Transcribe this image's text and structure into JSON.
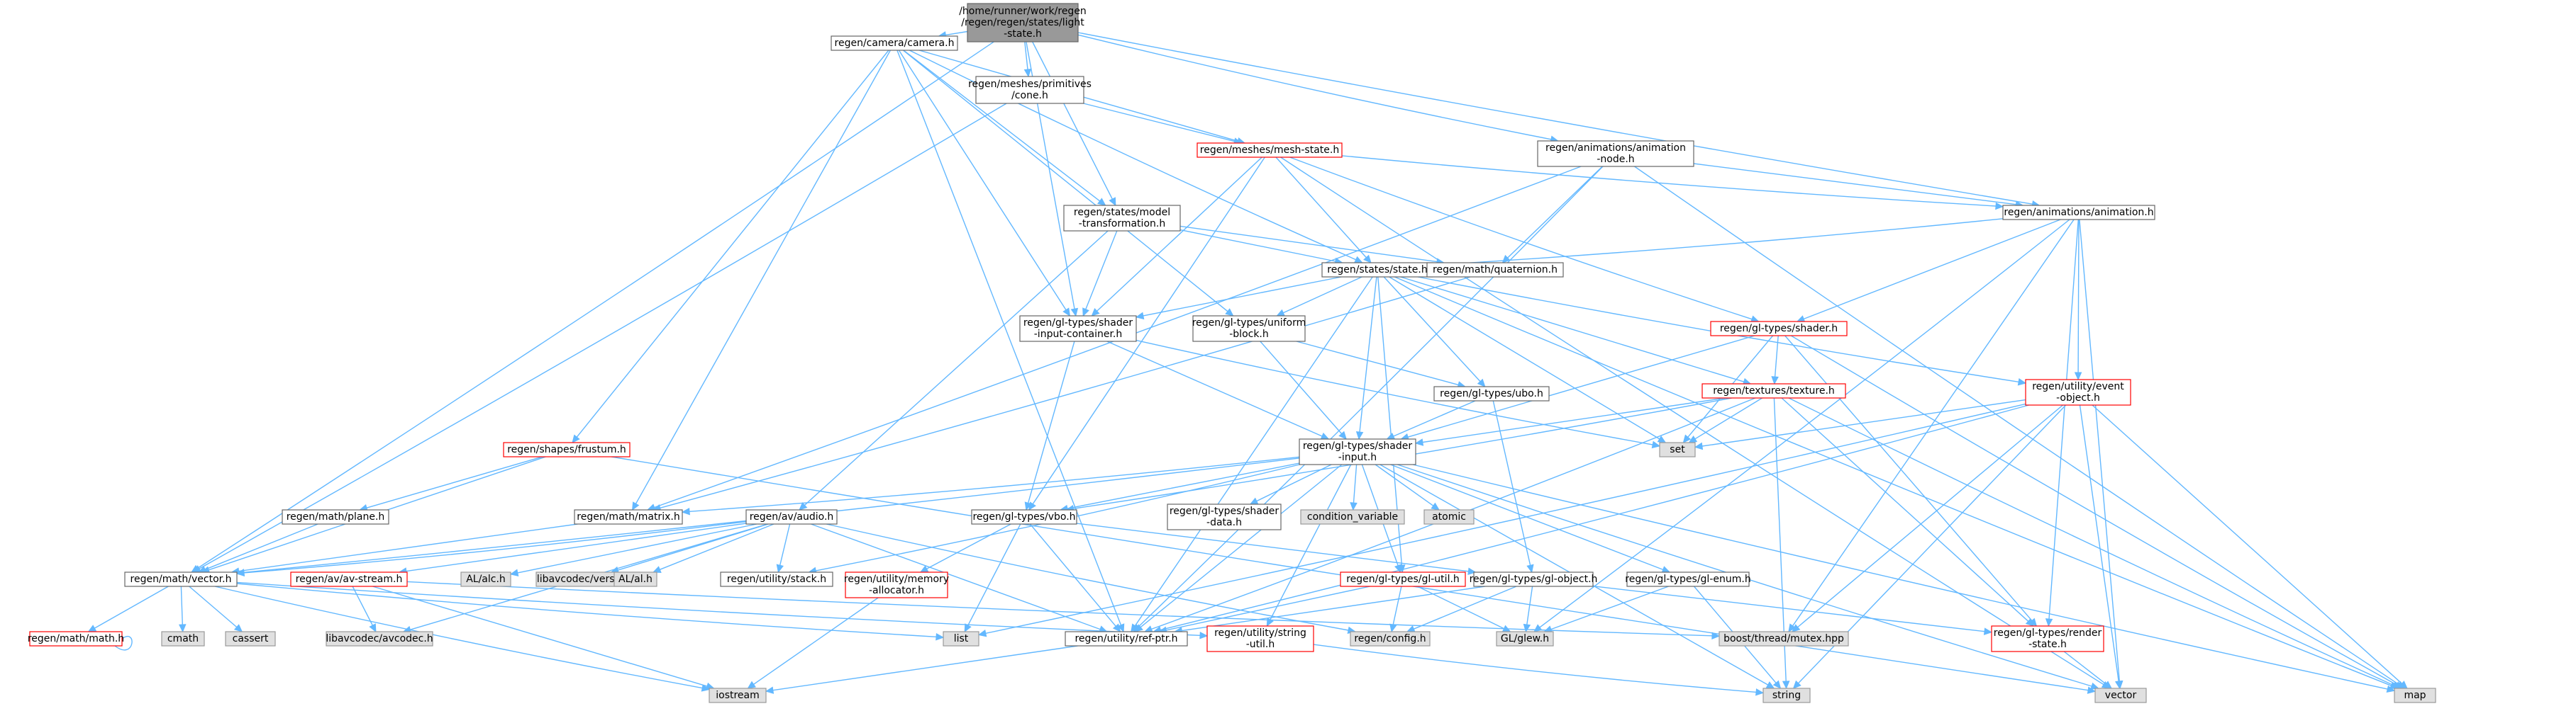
{
  "colors": {
    "root_fill": "#999999",
    "node_fill": "#ffffff",
    "node_border": "#666666",
    "ext_fill": "#e0e0e0",
    "ext_border": "#999999",
    "red_border": "#ff0000",
    "edge": "#63b8ff",
    "text": "#000000"
  },
  "nodes": {
    "root": {
      "lines": [
        "/home/runner/work/regen",
        "/regen/regen/states/light",
        "-state.h"
      ],
      "kind": "root"
    },
    "camera": {
      "lines": [
        "regen/camera/camera.h"
      ],
      "kind": "normal"
    },
    "cone": {
      "lines": [
        "regen/meshes/primitives",
        "/cone.h"
      ],
      "kind": "normal"
    },
    "meshstate": {
      "lines": [
        "regen/meshes/mesh-state.h"
      ],
      "kind": "red"
    },
    "animnode": {
      "lines": [
        "regen/animations/animation",
        "-node.h"
      ],
      "kind": "normal"
    },
    "animation": {
      "lines": [
        "regen/animations/animation.h"
      ],
      "kind": "normal"
    },
    "modeltrans": {
      "lines": [
        "regen/states/model",
        "-transformation.h"
      ],
      "kind": "normal"
    },
    "state": {
      "lines": [
        "regen/states/state.h"
      ],
      "kind": "normal"
    },
    "quaternion": {
      "lines": [
        "regen/math/quaternion.h"
      ],
      "kind": "normal"
    },
    "shaderinputcont": {
      "lines": [
        "regen/gl-types/shader",
        "-input-container.h"
      ],
      "kind": "normal"
    },
    "uniformblock": {
      "lines": [
        "regen/gl-types/uniform",
        "-block.h"
      ],
      "kind": "normal"
    },
    "shader": {
      "lines": [
        "regen/gl-types/shader.h"
      ],
      "kind": "red"
    },
    "texture": {
      "lines": [
        "regen/textures/texture.h"
      ],
      "kind": "red"
    },
    "eventobj": {
      "lines": [
        "regen/utility/event",
        "-object.h"
      ],
      "kind": "red"
    },
    "ubo": {
      "lines": [
        "regen/gl-types/ubo.h"
      ],
      "kind": "normal"
    },
    "shaderinput": {
      "lines": [
        "regen/gl-types/shader",
        "-input.h"
      ],
      "kind": "normal"
    },
    "frustum": {
      "lines": [
        "regen/shapes/frustum.h"
      ],
      "kind": "red"
    },
    "plane": {
      "lines": [
        "regen/math/plane.h"
      ],
      "kind": "normal"
    },
    "matrix": {
      "lines": [
        "regen/math/matrix.h"
      ],
      "kind": "normal"
    },
    "avaudio": {
      "lines": [
        "regen/av/audio.h"
      ],
      "kind": "normal"
    },
    "vbo": {
      "lines": [
        "regen/gl-types/vbo.h"
      ],
      "kind": "normal"
    },
    "shaderdata": {
      "lines": [
        "regen/gl-types/shader",
        "-data.h"
      ],
      "kind": "normal"
    },
    "condvar": {
      "lines": [
        "condition_variable"
      ],
      "kind": "ext"
    },
    "atomic": {
      "lines": [
        "atomic"
      ],
      "kind": "ext"
    },
    "set": {
      "lines": [
        "set"
      ],
      "kind": "ext"
    },
    "vector_h": {
      "lines": [
        "regen/math/vector.h"
      ],
      "kind": "normal"
    },
    "avstream": {
      "lines": [
        "regen/av/av-stream.h"
      ],
      "kind": "red"
    },
    "alc": {
      "lines": [
        "AL/alc.h"
      ],
      "kind": "ext"
    },
    "libversion": {
      "lines": [
        "libavcodec/version.h"
      ],
      "kind": "ext"
    },
    "al": {
      "lines": [
        "AL/al.h"
      ],
      "kind": "ext"
    },
    "stack": {
      "lines": [
        "regen/utility/stack.h"
      ],
      "kind": "normal"
    },
    "memalloc": {
      "lines": [
        "regen/utility/memory",
        "-allocator.h"
      ],
      "kind": "red"
    },
    "glutil": {
      "lines": [
        "regen/gl-types/gl-util.h"
      ],
      "kind": "red"
    },
    "globject": {
      "lines": [
        "regen/gl-types/gl-object.h"
      ],
      "kind": "normal"
    },
    "glenum": {
      "lines": [
        "regen/gl-types/gl-enum.h"
      ],
      "kind": "normal"
    },
    "mathh": {
      "lines": [
        "regen/math/math.h"
      ],
      "kind": "red"
    },
    "cmath": {
      "lines": [
        "cmath"
      ],
      "kind": "ext"
    },
    "cassert": {
      "lines": [
        "cassert"
      ],
      "kind": "ext"
    },
    "avcodec": {
      "lines": [
        "libavcodec/avcodec.h"
      ],
      "kind": "ext"
    },
    "list": {
      "lines": [
        "list"
      ],
      "kind": "ext"
    },
    "refptr": {
      "lines": [
        "regen/utility/ref-ptr.h"
      ],
      "kind": "normal"
    },
    "stringutil": {
      "lines": [
        "regen/utility/string",
        "-util.h"
      ],
      "kind": "red"
    },
    "config": {
      "lines": [
        "regen/config.h"
      ],
      "kind": "ext"
    },
    "glew": {
      "lines": [
        "GL/glew.h"
      ],
      "kind": "ext"
    },
    "mutex": {
      "lines": [
        "boost/thread/mutex.hpp"
      ],
      "kind": "ext"
    },
    "renderstate": {
      "lines": [
        "regen/gl-types/render",
        "-state.h"
      ],
      "kind": "red"
    },
    "iostream": {
      "lines": [
        "iostream"
      ],
      "kind": "ext"
    },
    "string": {
      "lines": [
        "string"
      ],
      "kind": "ext"
    },
    "vector": {
      "lines": [
        "vector"
      ],
      "kind": "ext"
    },
    "map": {
      "lines": [
        "map"
      ],
      "kind": "ext"
    }
  },
  "edges": [
    [
      "root",
      "camera"
    ],
    [
      "root",
      "cone"
    ],
    [
      "root",
      "animnode"
    ],
    [
      "root",
      "animation"
    ],
    [
      "root",
      "modeltrans"
    ],
    [
      "root",
      "shaderinputcont"
    ],
    [
      "root",
      "vector_h"
    ],
    [
      "camera",
      "meshstate"
    ],
    [
      "camera",
      "modeltrans"
    ],
    [
      "camera",
      "state"
    ],
    [
      "camera",
      "shaderinputcont"
    ],
    [
      "camera",
      "uniformblock"
    ],
    [
      "camera",
      "frustum"
    ],
    [
      "camera",
      "matrix"
    ],
    [
      "camera",
      "refptr"
    ],
    [
      "cone",
      "meshstate"
    ],
    [
      "cone",
      "vector_h"
    ],
    [
      "meshstate",
      "state"
    ],
    [
      "meshstate",
      "shaderinputcont"
    ],
    [
      "meshstate",
      "vbo"
    ],
    [
      "meshstate",
      "shader"
    ],
    [
      "meshstate",
      "animation"
    ],
    [
      "meshstate",
      "vector"
    ],
    [
      "animnode",
      "animation"
    ],
    [
      "animnode",
      "quaternion"
    ],
    [
      "animnode",
      "matrix"
    ],
    [
      "animnode",
      "refptr"
    ],
    [
      "animnode",
      "map"
    ],
    [
      "animation",
      "state"
    ],
    [
      "animation",
      "eventobj"
    ],
    [
      "animation",
      "shader"
    ],
    [
      "animation",
      "renderstate"
    ],
    [
      "animation",
      "glew"
    ],
    [
      "animation",
      "mutex"
    ],
    [
      "animation",
      "vector"
    ],
    [
      "modeltrans",
      "state"
    ],
    [
      "modeltrans",
      "quaternion"
    ],
    [
      "modeltrans",
      "shaderinputcont"
    ],
    [
      "modeltrans",
      "avaudio"
    ],
    [
      "state",
      "shaderinputcont"
    ],
    [
      "state",
      "uniformblock"
    ],
    [
      "state",
      "ubo"
    ],
    [
      "state",
      "shaderinput"
    ],
    [
      "state",
      "texture"
    ],
    [
      "state",
      "eventobj"
    ],
    [
      "state",
      "set"
    ],
    [
      "state",
      "refptr"
    ],
    [
      "state",
      "glutil"
    ],
    [
      "state",
      "map"
    ],
    [
      "quaternion",
      "matrix"
    ],
    [
      "shaderinputcont",
      "shaderinput"
    ],
    [
      "shaderinputcont",
      "vbo"
    ],
    [
      "shaderinputcont",
      "set"
    ],
    [
      "uniformblock",
      "shaderinput"
    ],
    [
      "uniformblock",
      "ubo"
    ],
    [
      "shader",
      "shaderinput"
    ],
    [
      "shader",
      "texture"
    ],
    [
      "shader",
      "set"
    ],
    [
      "shader",
      "renderstate"
    ],
    [
      "shader",
      "map"
    ],
    [
      "texture",
      "shaderinput"
    ],
    [
      "texture",
      "set"
    ],
    [
      "texture",
      "renderstate"
    ],
    [
      "texture",
      "refptr"
    ],
    [
      "texture",
      "vbo"
    ],
    [
      "texture",
      "string"
    ],
    [
      "texture",
      "map"
    ],
    [
      "eventobj",
      "set"
    ],
    [
      "eventobj",
      "string"
    ],
    [
      "eventobj",
      "mutex"
    ],
    [
      "eventobj",
      "vector"
    ],
    [
      "eventobj",
      "map"
    ],
    [
      "eventobj",
      "refptr"
    ],
    [
      "eventobj",
      "list"
    ],
    [
      "ubo",
      "shaderinput"
    ],
    [
      "ubo",
      "globject"
    ],
    [
      "shaderinput",
      "vbo"
    ],
    [
      "shaderinput",
      "shaderdata"
    ],
    [
      "shaderinput",
      "condvar"
    ],
    [
      "shaderinput",
      "atomic"
    ],
    [
      "shaderinput",
      "matrix"
    ],
    [
      "shaderinput",
      "vector_h"
    ],
    [
      "shaderinput",
      "refptr"
    ],
    [
      "shaderinput",
      "stack"
    ],
    [
      "shaderinput",
      "glutil"
    ],
    [
      "shaderinput",
      "glenum"
    ],
    [
      "shaderinput",
      "stringutil"
    ],
    [
      "shaderinput",
      "string"
    ],
    [
      "shaderinput",
      "vector"
    ],
    [
      "shaderinput",
      "map"
    ],
    [
      "frustum",
      "plane"
    ],
    [
      "frustum",
      "vector_h"
    ],
    [
      "frustum",
      "vector"
    ],
    [
      "plane",
      "vector_h"
    ],
    [
      "matrix",
      "vector_h"
    ],
    [
      "avaudio",
      "vector_h"
    ],
    [
      "avaudio",
      "avstream"
    ],
    [
      "avaudio",
      "alc"
    ],
    [
      "avaudio",
      "libversion"
    ],
    [
      "avaudio",
      "al"
    ],
    [
      "avaudio",
      "stack"
    ],
    [
      "avaudio",
      "refptr"
    ],
    [
      "avaudio",
      "config"
    ],
    [
      "avaudio",
      "avcodec"
    ],
    [
      "vbo",
      "memalloc"
    ],
    [
      "vbo",
      "globject"
    ],
    [
      "vbo",
      "refptr"
    ],
    [
      "vbo",
      "list"
    ],
    [
      "vector_h",
      "mathh"
    ],
    [
      "vector_h",
      "cmath"
    ],
    [
      "vector_h",
      "cassert"
    ],
    [
      "vector_h",
      "iostream"
    ],
    [
      "vector_h",
      "stringutil"
    ],
    [
      "vector_h",
      "list"
    ],
    [
      "mathh",
      "mathh"
    ],
    [
      "avstream",
      "avcodec"
    ],
    [
      "avstream",
      "mutex"
    ],
    [
      "avstream",
      "iostream"
    ],
    [
      "memalloc",
      "iostream"
    ],
    [
      "glutil",
      "glew"
    ],
    [
      "glutil",
      "config"
    ],
    [
      "glutil",
      "refptr"
    ],
    [
      "globject",
      "glew"
    ],
    [
      "globject",
      "config"
    ],
    [
      "globject",
      "renderstate"
    ],
    [
      "globject",
      "refptr"
    ],
    [
      "glenum",
      "glew"
    ],
    [
      "glenum",
      "string"
    ],
    [
      "refptr",
      "iostream"
    ],
    [
      "stringutil",
      "string"
    ],
    [
      "renderstate",
      "vector"
    ]
  ]
}
